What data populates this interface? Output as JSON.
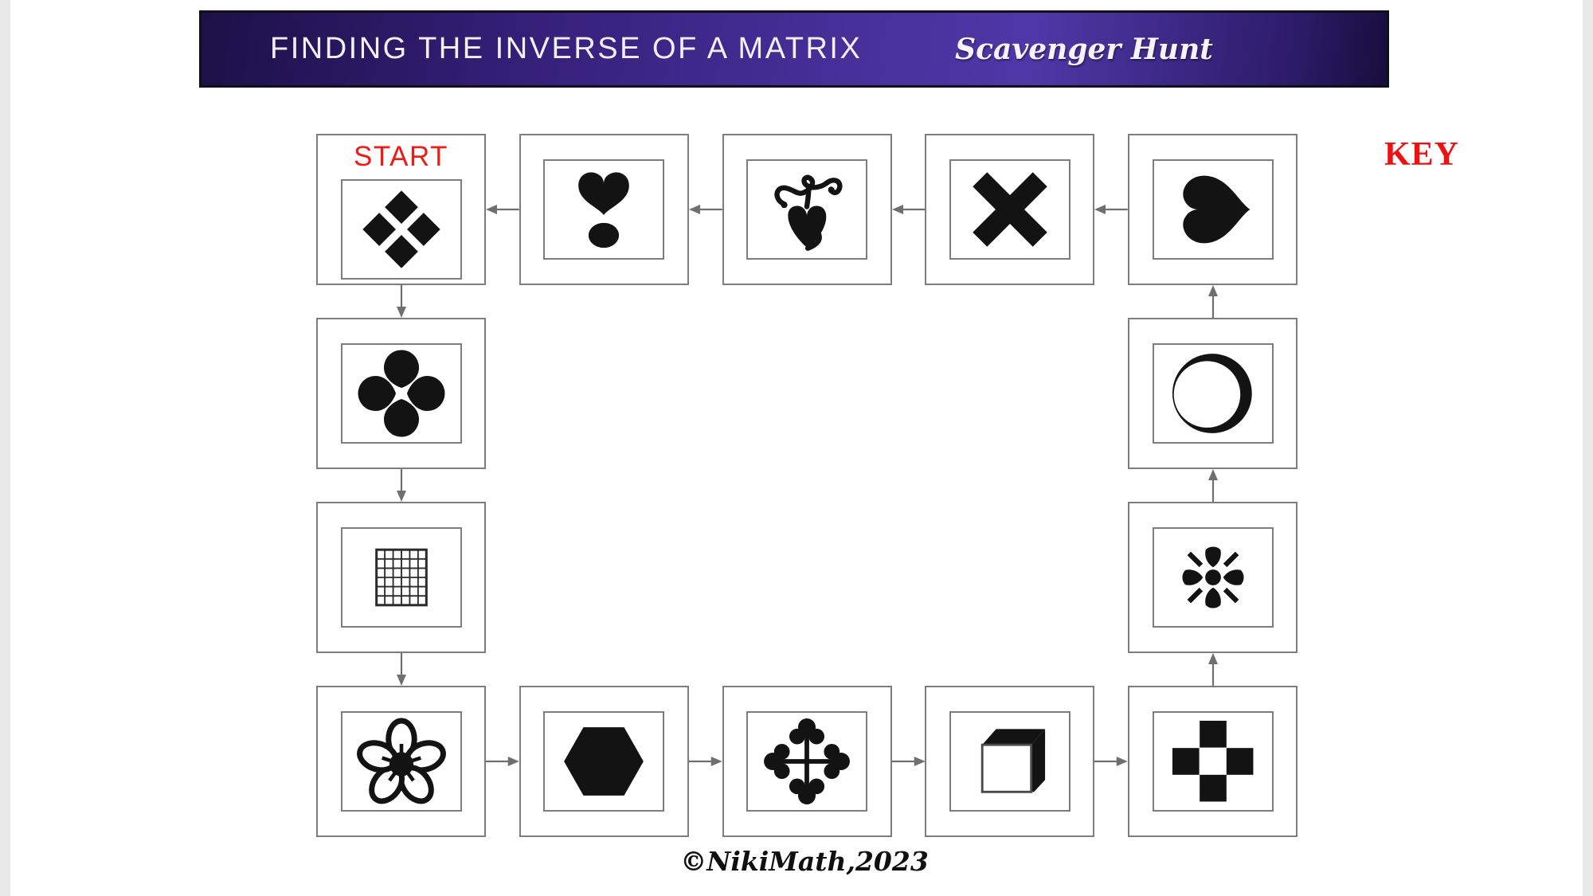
{
  "page": {
    "background": "#ffffff",
    "edge_strip_color": "#e9e9e9"
  },
  "banner": {
    "title": "FINDING THE INVERSE OF A MATRIX",
    "subtitle": "Scavenger Hunt",
    "text_color": "#f1eff8",
    "gradient": [
      "#1d1048",
      "#35207a",
      "#47309a",
      "#4f38a7",
      "#2c1b68",
      "#180d3d"
    ]
  },
  "labels": {
    "key": "KEY",
    "start": "START",
    "copyright": "©NikiMath,2023"
  },
  "colors": {
    "accent_red": "#ee1b17",
    "card_border": "#7d7d7d",
    "arrow_gray": "#6f6f6f",
    "symbol_black": "#131313"
  },
  "board": {
    "description": "loop of 14 symbol cards; path runs from START down the left side, right along the bottom, up the right side and left along the top back to START",
    "cards": [
      {
        "order": 1,
        "symbol": "diamonds-four",
        "label": "START",
        "col": 0,
        "row": 0
      },
      {
        "order": 2,
        "symbol": "quatrefoil",
        "col": 0,
        "row": 1
      },
      {
        "order": 3,
        "symbol": "grid",
        "col": 0,
        "row": 2
      },
      {
        "order": 4,
        "symbol": "flower-five",
        "col": 0,
        "row": 3
      },
      {
        "order": 5,
        "symbol": "hexagon",
        "col": 1,
        "row": 3
      },
      {
        "order": 6,
        "symbol": "cross-bottony",
        "col": 2,
        "row": 3
      },
      {
        "order": 7,
        "symbol": "cube-3d",
        "col": 3,
        "row": 3
      },
      {
        "order": 8,
        "symbol": "plus-squares",
        "col": 4,
        "row": 3
      },
      {
        "order": 9,
        "symbol": "snowflake-flower",
        "col": 4,
        "row": 2
      },
      {
        "order": 10,
        "symbol": "circle-crescent",
        "col": 4,
        "row": 1
      },
      {
        "order": 11,
        "symbol": "heart-right",
        "col": 4,
        "row": 0
      },
      {
        "order": 12,
        "symbol": "brush-x",
        "col": 3,
        "row": 0
      },
      {
        "order": 13,
        "symbol": "floral-heart",
        "col": 2,
        "row": 0
      },
      {
        "order": 14,
        "symbol": "heart-exclam",
        "col": 1,
        "row": 0
      }
    ],
    "arrows": [
      {
        "into": [
          0,
          0
        ],
        "dir": "left"
      },
      {
        "into": [
          1,
          0
        ],
        "dir": "left"
      },
      {
        "into": [
          2,
          0
        ],
        "dir": "left"
      },
      {
        "into": [
          3,
          0
        ],
        "dir": "left"
      },
      {
        "into": [
          0,
          1
        ],
        "dir": "down"
      },
      {
        "into": [
          0,
          2
        ],
        "dir": "down"
      },
      {
        "into": [
          0,
          3
        ],
        "dir": "down"
      },
      {
        "into": [
          1,
          3
        ],
        "dir": "right"
      },
      {
        "into": [
          2,
          3
        ],
        "dir": "right"
      },
      {
        "into": [
          3,
          3
        ],
        "dir": "right"
      },
      {
        "into": [
          4,
          3
        ],
        "dir": "right"
      },
      {
        "into": [
          4,
          2
        ],
        "dir": "up"
      },
      {
        "into": [
          4,
          1
        ],
        "dir": "up"
      },
      {
        "into": [
          4,
          0
        ],
        "dir": "up"
      }
    ]
  }
}
